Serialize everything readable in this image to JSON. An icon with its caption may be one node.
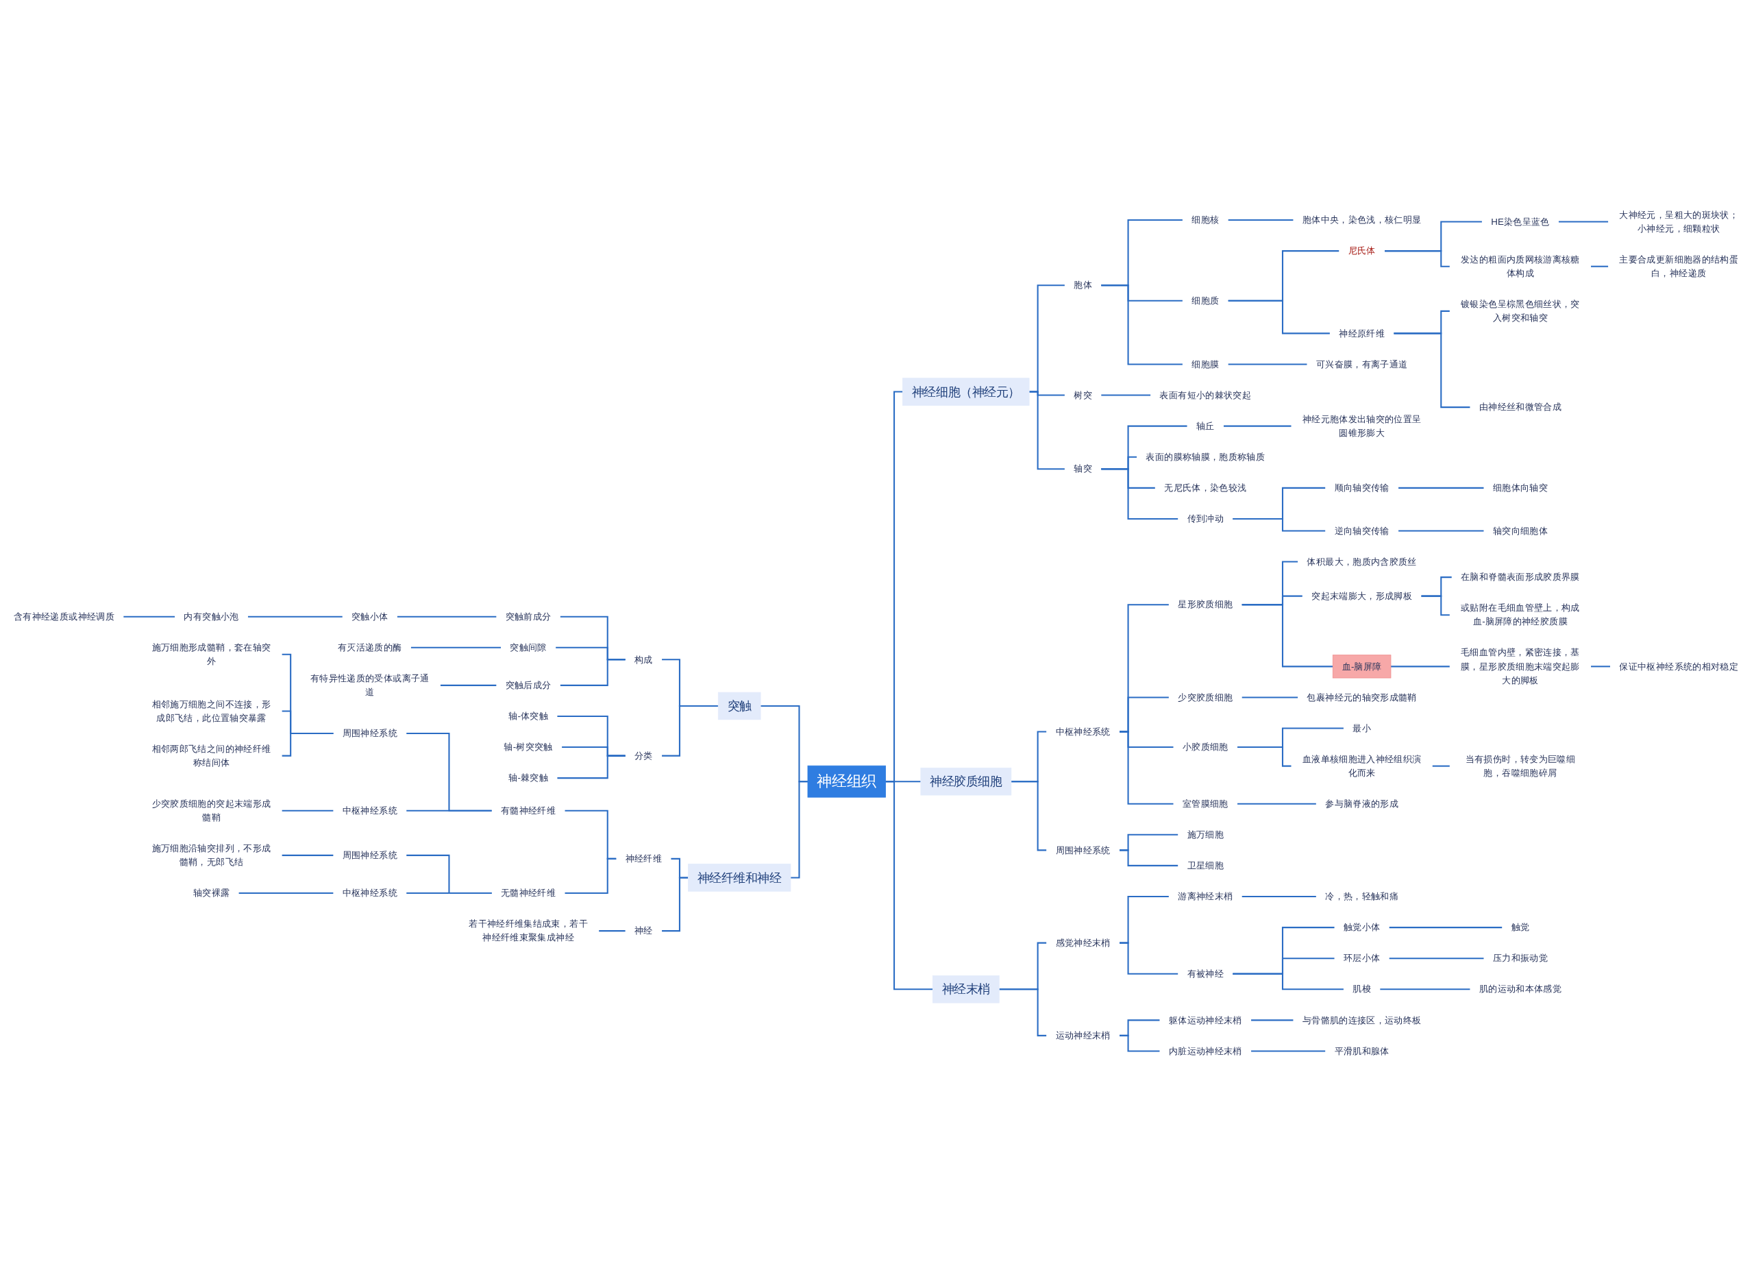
{
  "diagram": {
    "nodes": [
      {
        "text": [
          "神经组织"
        ]
      },
      {
        "text": [
          "神经细胞（神经元）"
        ]
      },
      {
        "text": [
          "胞体"
        ]
      },
      {
        "text": [
          "细胞核"
        ]
      },
      {
        "text": [
          "胞体中央，染色浅，核仁明显"
        ]
      },
      {
        "text": [
          "细胞质"
        ]
      },
      {
        "text": [
          "尼氏体"
        ]
      },
      {
        "text": [
          "HE染色呈蓝色"
        ]
      },
      {
        "text": [
          "大神经元，呈粗大的斑块状；小神经元，细颗粒状"
        ]
      },
      {
        "text": [
          "发达的粗面内质网核游离核糖体构成"
        ]
      },
      {
        "text": [
          "主要合成更新细胞器的结构蛋白，神经递质"
        ]
      },
      {
        "text": [
          "神经原纤维"
        ]
      },
      {
        "text": [
          "镀银染色呈棕黑色细丝状，突入树突和轴突"
        ]
      },
      {
        "text": [
          "由神经丝和微管合成"
        ]
      },
      {
        "text": [
          "细胞膜"
        ]
      },
      {
        "text": [
          "可兴奋膜，有离子通道"
        ]
      },
      {
        "text": [
          "树突"
        ]
      },
      {
        "text": [
          "表面有短小的棘状突起"
        ]
      },
      {
        "text": [
          "轴突"
        ]
      },
      {
        "text": [
          "轴丘"
        ]
      },
      {
        "text": [
          "神经元胞体发出轴突的位置呈圆锥形膨大"
        ]
      },
      {
        "text": [
          "表面的膜称轴膜，胞质称轴质"
        ]
      },
      {
        "text": [
          "无尼氏体，染色较浅"
        ]
      },
      {
        "text": [
          "传到冲动"
        ]
      },
      {
        "text": [
          "顺向轴突传输"
        ]
      },
      {
        "text": [
          "细胞体向轴突"
        ]
      },
      {
        "text": [
          "逆向轴突传输"
        ]
      },
      {
        "text": [
          "轴突向细胞体"
        ]
      },
      {
        "text": [
          "神经胶质细胞"
        ]
      },
      {
        "text": [
          "中枢神经系统"
        ]
      },
      {
        "text": [
          "星形胶质细胞"
        ]
      },
      {
        "text": [
          "体积最大，胞质内含胶质丝"
        ]
      },
      {
        "text": [
          "突起末端膨大，形成脚板"
        ]
      },
      {
        "text": [
          "在脑和脊髓表面形成胶质界膜"
        ]
      },
      {
        "text": [
          "或贴附在毛细血管壁上，构成血-脑屏障的神经胶质膜"
        ]
      },
      {
        "text": [
          "血-脑屏障"
        ]
      },
      {
        "text": [
          "毛细血管内壁，紧密连接，基膜，星形胶质细胞末端突起膨大的脚板"
        ]
      },
      {
        "text": [
          "保证中枢神经系统的相对稳定"
        ]
      },
      {
        "text": [
          "少突胶质细胞"
        ]
      },
      {
        "text": [
          "包裹神经元的轴突形成髓鞘"
        ]
      },
      {
        "text": [
          "小胶质细胞"
        ]
      },
      {
        "text": [
          "最小"
        ]
      },
      {
        "text": [
          "血液单核细胞进入神经组织演化而来"
        ]
      },
      {
        "text": [
          "当有损伤时，转变为巨噬细胞，吞噬细胞碎屑"
        ]
      },
      {
        "text": [
          "室管膜细胞"
        ]
      },
      {
        "text": [
          "参与脑脊液的形成"
        ]
      },
      {
        "text": [
          "周围神经系统"
        ]
      },
      {
        "text": [
          "施万细胞"
        ]
      },
      {
        "text": [
          "卫星细胞"
        ]
      },
      {
        "text": [
          "神经末梢"
        ]
      },
      {
        "text": [
          "感觉神经末梢"
        ]
      },
      {
        "text": [
          "游离神经末梢"
        ]
      },
      {
        "text": [
          "冷，热，轻触和痛"
        ]
      },
      {
        "text": [
          "有被神经"
        ]
      },
      {
        "text": [
          "触觉小体"
        ]
      },
      {
        "text": [
          "触觉"
        ]
      },
      {
        "text": [
          "环层小体"
        ]
      },
      {
        "text": [
          "压力和振动觉"
        ]
      },
      {
        "text": [
          "肌梭"
        ]
      },
      {
        "text": [
          "肌的运动和本体感觉"
        ]
      },
      {
        "text": [
          "运动神经末梢"
        ]
      },
      {
        "text": [
          "躯体运动神经末梢"
        ]
      },
      {
        "text": [
          "与骨骼肌的连接区，运动终板"
        ]
      },
      {
        "text": [
          "内脏运动神经末梢"
        ]
      },
      {
        "text": [
          "平滑肌和腺体"
        ]
      },
      {
        "text": [
          "突触"
        ]
      },
      {
        "text": [
          "构成"
        ]
      },
      {
        "text": [
          "突触前成分"
        ]
      },
      {
        "text": [
          "突触小体"
        ]
      },
      {
        "text": [
          "内有突触小泡"
        ]
      },
      {
        "text": [
          "含有神经递质或神经调质"
        ]
      },
      {
        "text": [
          "突触间隙"
        ]
      },
      {
        "text": [
          "有灭活递质的酶"
        ]
      },
      {
        "text": [
          "突触后成分"
        ]
      },
      {
        "text": [
          "有特异性递质的受体或离子通道"
        ]
      },
      {
        "text": [
          "分类"
        ]
      },
      {
        "text": [
          "轴-体突触"
        ]
      },
      {
        "text": [
          "轴-树突突触"
        ]
      },
      {
        "text": [
          "轴-棘突触"
        ]
      },
      {
        "text": [
          "神经纤维和神经"
        ]
      },
      {
        "text": [
          "神经纤维"
        ]
      },
      {
        "text": [
          "有髓神经纤维"
        ]
      },
      {
        "text": [
          "周围神经系统"
        ]
      },
      {
        "text": [
          "施万细胞形成髓鞘，套在轴突外"
        ]
      },
      {
        "text": [
          "相邻施万细胞之间不连接，形成郎飞结，此位置轴突暴露"
        ]
      },
      {
        "text": [
          "相邻两郎飞结之间的神经纤维称结间体"
        ]
      },
      {
        "text": [
          "中枢神经系统"
        ]
      },
      {
        "text": [
          "少突胶质细胞的突起末端形成髓鞘"
        ]
      },
      {
        "text": [
          "无髓神经纤维"
        ]
      },
      {
        "text": [
          "周围神经系统"
        ]
      },
      {
        "text": [
          "施万细胞沿轴突排列，不形成髓鞘，无郎飞结"
        ]
      },
      {
        "text": [
          "中枢神经系统"
        ]
      },
      {
        "text": [
          "轴突裸露"
        ]
      },
      {
        "text": [
          "神经"
        ]
      },
      {
        "text": [
          "若干神经纤维集结成束，若干神经纤维束聚集成神经"
        ]
      }
    ],
    "edges": [
      {
        "from": 0,
        "to": 1,
        "arrow": "none"
      },
      {
        "from": 1,
        "to": 2,
        "arrow": "none"
      },
      {
        "from": 2,
        "to": 3,
        "arrow": "none"
      },
      {
        "from": 3,
        "to": 4,
        "arrow": "none"
      },
      {
        "from": 2,
        "to": 5,
        "arrow": "none"
      },
      {
        "from": 5,
        "to": 6,
        "arrow": "none"
      },
      {
        "from": 6,
        "to": 7,
        "arrow": "none"
      },
      {
        "from": 7,
        "to": 8,
        "arrow": "none"
      },
      {
        "from": 6,
        "to": 9,
        "arrow": "none"
      },
      {
        "from": 9,
        "to": 10,
        "arrow": "none"
      },
      {
        "from": 5,
        "to": 11,
        "arrow": "none"
      },
      {
        "from": 11,
        "to": 12,
        "arrow": "none"
      },
      {
        "from": 11,
        "to": 13,
        "arrow": "none"
      },
      {
        "from": 2,
        "to": 14,
        "arrow": "none"
      },
      {
        "from": 14,
        "to": 15,
        "arrow": "none"
      },
      {
        "from": 1,
        "to": 16,
        "arrow": "none"
      },
      {
        "from": 16,
        "to": 17,
        "arrow": "none"
      },
      {
        "from": 1,
        "to": 18,
        "arrow": "none"
      },
      {
        "from": 18,
        "to": 19,
        "arrow": "none"
      },
      {
        "from": 19,
        "to": 20,
        "arrow": "none"
      },
      {
        "from": 18,
        "to": 21,
        "arrow": "none"
      },
      {
        "from": 18,
        "to": 22,
        "arrow": "none"
      },
      {
        "from": 18,
        "to": 23,
        "arrow": "none"
      },
      {
        "from": 23,
        "to": 24,
        "arrow": "none"
      },
      {
        "from": 24,
        "to": 25,
        "arrow": "none"
      },
      {
        "from": 23,
        "to": 26,
        "arrow": "none"
      },
      {
        "from": 26,
        "to": 27,
        "arrow": "none"
      },
      {
        "from": 0,
        "to": 28,
        "arrow": "none"
      },
      {
        "from": 28,
        "to": 29,
        "arrow": "none"
      },
      {
        "from": 29,
        "to": 30,
        "arrow": "none"
      },
      {
        "from": 30,
        "to": 31,
        "arrow": "none"
      },
      {
        "from": 30,
        "to": 32,
        "arrow": "none"
      },
      {
        "from": 32,
        "to": 33,
        "arrow": "none"
      },
      {
        "from": 32,
        "to": 34,
        "arrow": "none"
      },
      {
        "from": 30,
        "to": 35,
        "arrow": "none"
      },
      {
        "from": 35,
        "to": 36,
        "arrow": "none"
      },
      {
        "from": 36,
        "to": 37,
        "arrow": "none"
      },
      {
        "from": 29,
        "to": 38,
        "arrow": "none"
      },
      {
        "from": 38,
        "to": 39,
        "arrow": "none"
      },
      {
        "from": 29,
        "to": 40,
        "arrow": "none"
      },
      {
        "from": 40,
        "to": 41,
        "arrow": "none"
      },
      {
        "from": 40,
        "to": 42,
        "arrow": "none"
      },
      {
        "from": 42,
        "to": 43,
        "arrow": "none"
      },
      {
        "from": 29,
        "to": 44,
        "arrow": "none"
      },
      {
        "from": 44,
        "to": 45,
        "arrow": "none"
      },
      {
        "from": 28,
        "to": 46,
        "arrow": "none"
      },
      {
        "from": 46,
        "to": 47,
        "arrow": "none"
      },
      {
        "from": 46,
        "to": 48,
        "arrow": "none"
      },
      {
        "from": 0,
        "to": 49,
        "arrow": "none"
      },
      {
        "from": 49,
        "to": 50,
        "arrow": "none"
      },
      {
        "from": 50,
        "to": 51,
        "arrow": "none"
      },
      {
        "from": 51,
        "to": 52,
        "arrow": "none"
      },
      {
        "from": 50,
        "to": 53,
        "arrow": "none"
      },
      {
        "from": 53,
        "to": 54,
        "arrow": "none"
      },
      {
        "from": 54,
        "to": 55,
        "arrow": "none"
      },
      {
        "from": 53,
        "to": 56,
        "arrow": "none"
      },
      {
        "from": 56,
        "to": 57,
        "arrow": "none"
      },
      {
        "from": 53,
        "to": 58,
        "arrow": "none"
      },
      {
        "from": 58,
        "to": 59,
        "arrow": "none"
      },
      {
        "from": 49,
        "to": 60,
        "arrow": "none"
      },
      {
        "from": 60,
        "to": 61,
        "arrow": "none"
      },
      {
        "from": 61,
        "to": 62,
        "arrow": "none"
      },
      {
        "from": 60,
        "to": 63,
        "arrow": "none"
      },
      {
        "from": 63,
        "to": 64,
        "arrow": "none"
      },
      {
        "from": 65,
        "to": 0,
        "arrow": "none"
      },
      {
        "from": 66,
        "to": 65,
        "arrow": "none"
      },
      {
        "from": 67,
        "to": 66,
        "arrow": "none"
      },
      {
        "from": 68,
        "to": 67,
        "arrow": "none"
      },
      {
        "from": 69,
        "to": 68,
        "arrow": "none"
      },
      {
        "from": 70,
        "to": 69,
        "arrow": "none"
      },
      {
        "from": 71,
        "to": 66,
        "arrow": "none"
      },
      {
        "from": 72,
        "to": 71,
        "arrow": "none"
      },
      {
        "from": 73,
        "to": 66,
        "arrow": "none"
      },
      {
        "from": 74,
        "to": 73,
        "arrow": "none"
      },
      {
        "from": 75,
        "to": 65,
        "arrow": "none"
      },
      {
        "from": 76,
        "to": 75,
        "arrow": "none"
      },
      {
        "from": 77,
        "to": 75,
        "arrow": "none"
      },
      {
        "from": 78,
        "to": 75,
        "arrow": "none"
      },
      {
        "from": 79,
        "to": 0,
        "arrow": "none"
      },
      {
        "from": 80,
        "to": 79,
        "arrow": "none"
      },
      {
        "from": 81,
        "to": 80,
        "arrow": "none"
      },
      {
        "from": 82,
        "to": 81,
        "arrow": "none"
      },
      {
        "from": 83,
        "to": 82,
        "arrow": "none"
      },
      {
        "from": 84,
        "to": 82,
        "arrow": "none"
      },
      {
        "from": 85,
        "to": 82,
        "arrow": "none"
      },
      {
        "from": 86,
        "to": 81,
        "arrow": "none"
      },
      {
        "from": 87,
        "to": 86,
        "arrow": "none"
      },
      {
        "from": 88,
        "to": 80,
        "arrow": "none"
      },
      {
        "from": 89,
        "to": 88,
        "arrow": "none"
      },
      {
        "from": 90,
        "to": 89,
        "arrow": "none"
      },
      {
        "from": 91,
        "to": 88,
        "arrow": "none"
      },
      {
        "from": 92,
        "to": 91,
        "arrow": "none"
      },
      {
        "from": 93,
        "to": 79,
        "arrow": "none"
      },
      {
        "from": 94,
        "to": 93,
        "arrow": "none"
      }
    ]
  }
}
